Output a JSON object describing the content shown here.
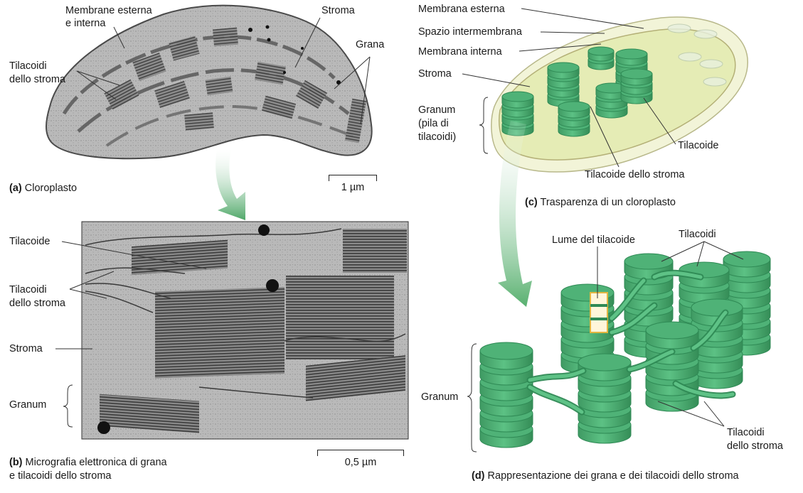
{
  "panel_a": {
    "caption_letter": "(a)",
    "caption_text": "Cloroplasto",
    "labels": {
      "membranes": [
        "Membrane esterna",
        "e interna"
      ],
      "stroma": "Stroma",
      "grana": "Grana",
      "stroma_thylakoids": [
        "Tilacoidi",
        "dello stroma"
      ]
    },
    "scale": "1 µm"
  },
  "panel_b": {
    "caption_letter": "(b)",
    "caption_lines": [
      "Micrografia elettronica di grana",
      "e tilacoidi dello stroma"
    ],
    "labels": {
      "thylakoid": "Tilacoide",
      "stroma_thylakoids": [
        "Tilacoidi",
        "dello stroma"
      ],
      "stroma": "Stroma",
      "granum": "Granum"
    },
    "scale": "0,5 µm"
  },
  "panel_c": {
    "caption_letter": "(c)",
    "caption_text": "Trasparenza di un cloroplasto",
    "labels": {
      "outer_membrane": "Membrana esterna",
      "intermembrane_space": "Spazio intermembrana",
      "inner_membrane": "Membrana interna",
      "stroma": "Stroma",
      "granum": [
        "Granum",
        "(pila di",
        "tilacoidi)"
      ],
      "thylakoid": "Tilacoide",
      "stroma_thylakoid": "Tilacoide dello stroma"
    }
  },
  "panel_d": {
    "caption_letter": "(d)",
    "caption_text": "Rappresentazione dei grana e dei tilacoidi dello stroma",
    "labels": {
      "lumen": "Lume del tilacoide",
      "thylakoids": "Tilacoidi",
      "granum": "Granum",
      "stroma_thylakoids": [
        "Tilacoidi",
        "dello stroma"
      ]
    }
  },
  "colors": {
    "thylakoid_green": "#4fb277",
    "thylakoid_dark": "#2f8a55",
    "thylakoid_light": "#8fd9a8",
    "chloroplast_fill": "#eef2c8",
    "arrow_green": "#6cbf82"
  }
}
